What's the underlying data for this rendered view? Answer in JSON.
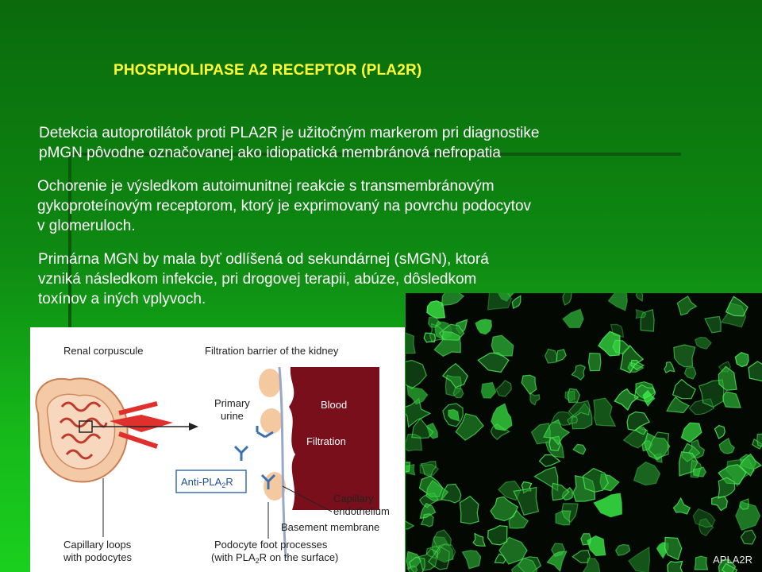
{
  "slide": {
    "title": "PHOSPHOLIPASE A2 RECEPTOR  (PLA2R)",
    "paragraphs": [
      {
        "lines": [
          "Detekcia autoprotilátok proti PLA2R  je užitočným markerom pri diagnostike",
          "pMGN pôvodne označovanej ako idiopatická membránová nefropatia"
        ]
      },
      {
        "lines": [
          "Ochorenie je výsledkom autoimunitnej reakcie s transmembránovým",
          "gykoproteínovým receptorom, ktorý je exprimovaný na povrchu podocytov",
          "v glomeruloch."
        ]
      },
      {
        "lines": [
          "Primárna MGN by mala byť odlíšená od sekundárnej (sMGN), ktorá",
          "vzniká následkom infekcie, pri drogovej terapii, abúze, dôsledkom",
          "toxínov a iných vplyvoch."
        ]
      }
    ]
  },
  "diagram": {
    "renal_corpuscule": "Renal corpuscule",
    "filtration_barrier": "Filtration barrier of the kidney",
    "primary": "Primary",
    "urine": "urine",
    "blood": "Blood",
    "filtration": "Filtration",
    "anti_pla2r": "Anti-PLA",
    "anti_pla2r_sub": "2",
    "anti_pla2r_suffix": "R",
    "capillary": "Capillary",
    "endothelium": "endothelium",
    "basement_membrane": "Basement membrane",
    "capillary_loops": "Capillary loops",
    "with_podocytes": "with podocytes",
    "podocyte_foot": "Podocyte foot processes",
    "with_pla2r_prefix": "(with PLA",
    "with_pla2r_sub": "2",
    "with_pla2r_suffix": "R on the surface)"
  },
  "micrograph": {
    "label": "APLA2R"
  },
  "colors": {
    "title": "#ffff33",
    "text": "#ffffff",
    "blood": "#7a0f1c",
    "fluorescence": "#39e64a"
  }
}
